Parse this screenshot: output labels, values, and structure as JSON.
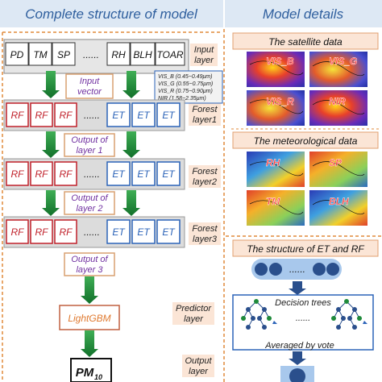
{
  "headers": {
    "left": "Complete structure of model",
    "right": "Model details"
  },
  "input_boxes": [
    "PD",
    "TM",
    "SP",
    "......",
    "RH",
    "BLH",
    "TOAR"
  ],
  "side_labels": {
    "input": [
      "Input",
      "layer"
    ],
    "forest1": [
      "Forest",
      "layer1"
    ],
    "forest2": [
      "Forest",
      "layer2"
    ],
    "forest3": [
      "Forest",
      "layer3"
    ],
    "predictor": [
      "Predictor",
      "layer"
    ],
    "output": [
      "Output",
      "layer"
    ]
  },
  "input_vector": [
    "Input",
    "vector"
  ],
  "band_legend": [
    "VIS_B (0.45~0.49μm)",
    "VIS_G (0.55~0.75μm)",
    "VIS_R (0.75~0.90μm)",
    "NIR  (1.58~2.35μm)"
  ],
  "rf_label": "RF",
  "et_label": "ET",
  "ellipsis": "......",
  "layer_outputs": [
    [
      "Output of",
      "layer 1"
    ],
    [
      "Output of",
      "layer 2"
    ],
    [
      "Output of",
      "layer 3"
    ]
  ],
  "predictor": "LightGBM",
  "output": {
    "main": "PM",
    "sub": "10"
  },
  "satellite": {
    "title": "The satellite data",
    "maps": [
      "VIS_B",
      "VIS_G",
      "VIS_R",
      "NIR"
    ]
  },
  "meteorological": {
    "title": "The meteorological data",
    "maps": [
      "RH",
      "SP",
      "TM",
      "BLH"
    ]
  },
  "structure": {
    "title": "The structure of ET and RF",
    "ellipsis": "......",
    "trees_label": "Decision trees",
    "vote_label": "Averaged by vote"
  },
  "colors": {
    "header_bg": "#dde8f4",
    "rf": "#c0202a",
    "et": "#2b63b8",
    "arrow": "#1e8a3a",
    "purple": "#7030a0",
    "label_bg": "#fbe5d6"
  }
}
